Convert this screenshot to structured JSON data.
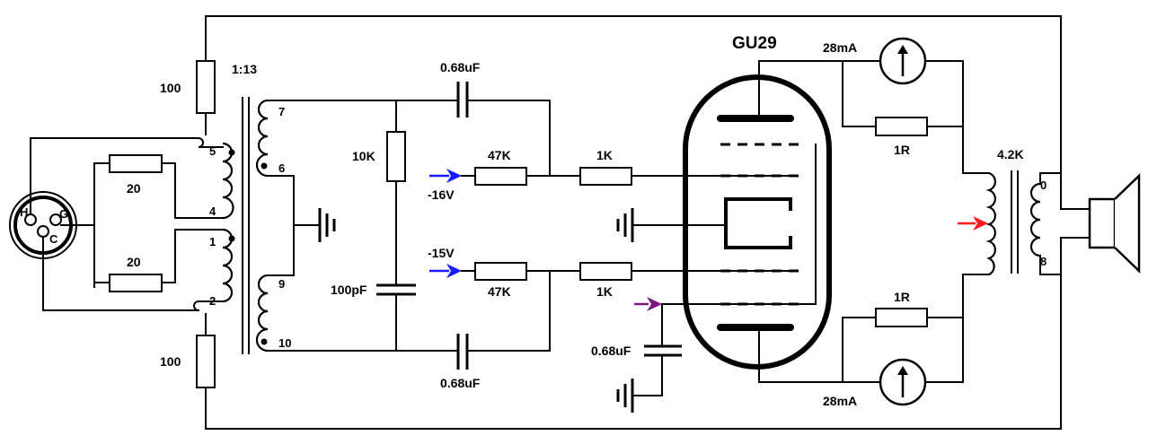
{
  "tube": {
    "name": "GU29"
  },
  "input_transformer": {
    "ratio": "1:13",
    "pins": {
      "p1": "1",
      "p2": "2",
      "p4": "4",
      "p5": "5",
      "p6": "6",
      "p7": "7",
      "p9": "9",
      "p10": "10"
    }
  },
  "output_transformer": {
    "impedance": "4.2K",
    "taps": {
      "t0": "0",
      "t8": "8"
    }
  },
  "connector": {
    "pins": {
      "hot": "H",
      "ground": "G",
      "cold": "C"
    }
  },
  "resistors": {
    "r_top_series": "100",
    "r_bottom_series": "100",
    "r_load_top": "20",
    "r_load_bottom": "20",
    "r_bias_divider": "10K",
    "r_grid_top": "47K",
    "r_grid_bottom": "47K",
    "r_stopper_top": "1K",
    "r_stopper_bottom": "1K",
    "r_cathode_top": "1R",
    "r_cathode_bottom": "1R"
  },
  "capacitors": {
    "c_couple_top": "0.68uF",
    "c_couple_bottom": "0.68uF",
    "c_divider": "100pF",
    "c_screen": "0.68uF"
  },
  "bias": {
    "top": "-16V",
    "bottom": "-15V"
  },
  "meters": {
    "top": "28mA",
    "bottom": "28mA"
  },
  "colors": {
    "bias_arrow": "#1a1aff",
    "screen_arrow": "#7a1a80",
    "b_plus_arrow": "#ff1a1a",
    "wire": "#000000"
  }
}
